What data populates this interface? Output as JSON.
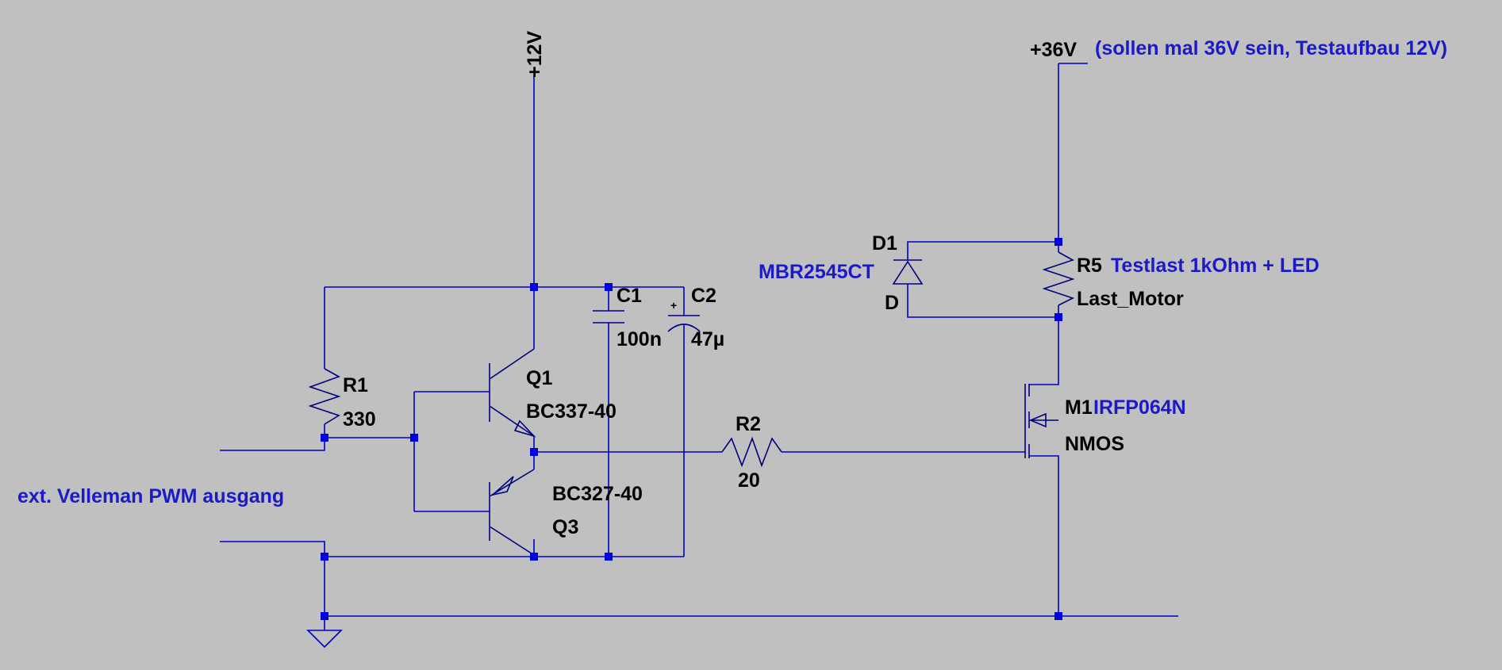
{
  "nets": {
    "vcc12": "+12V",
    "vcc36": "+36V"
  },
  "comments": {
    "supply36": "(sollen mal 36V sein, Testaufbau 12V)",
    "pwm_input": "ext. Velleman PWM ausgang",
    "load": "Testlast 1kOhm + LED",
    "mosfet_part": "IRFP064N",
    "diode_part": "MBR2545CT"
  },
  "components": {
    "R1": {
      "ref": "R1",
      "value": "330"
    },
    "R2": {
      "ref": "R2",
      "value": "20"
    },
    "R5": {
      "ref": "R5",
      "value": "Last_Motor"
    },
    "C1": {
      "ref": "C1",
      "value": "100n"
    },
    "C2": {
      "ref": "C2",
      "value": "47µ",
      "polarity_mark": "+"
    },
    "Q1": {
      "ref": "Q1",
      "value": "BC337-40"
    },
    "Q3": {
      "ref": "Q3",
      "value": "BC327-40"
    },
    "M1": {
      "ref": "M1",
      "value": "NMOS"
    },
    "D1": {
      "ref": "D1",
      "value": "D"
    }
  },
  "colors": {
    "background": "#c0c0c0",
    "wire": "#0000c8",
    "symbol": "#000080",
    "label": "#000000",
    "comment": "#1a1ac8"
  }
}
